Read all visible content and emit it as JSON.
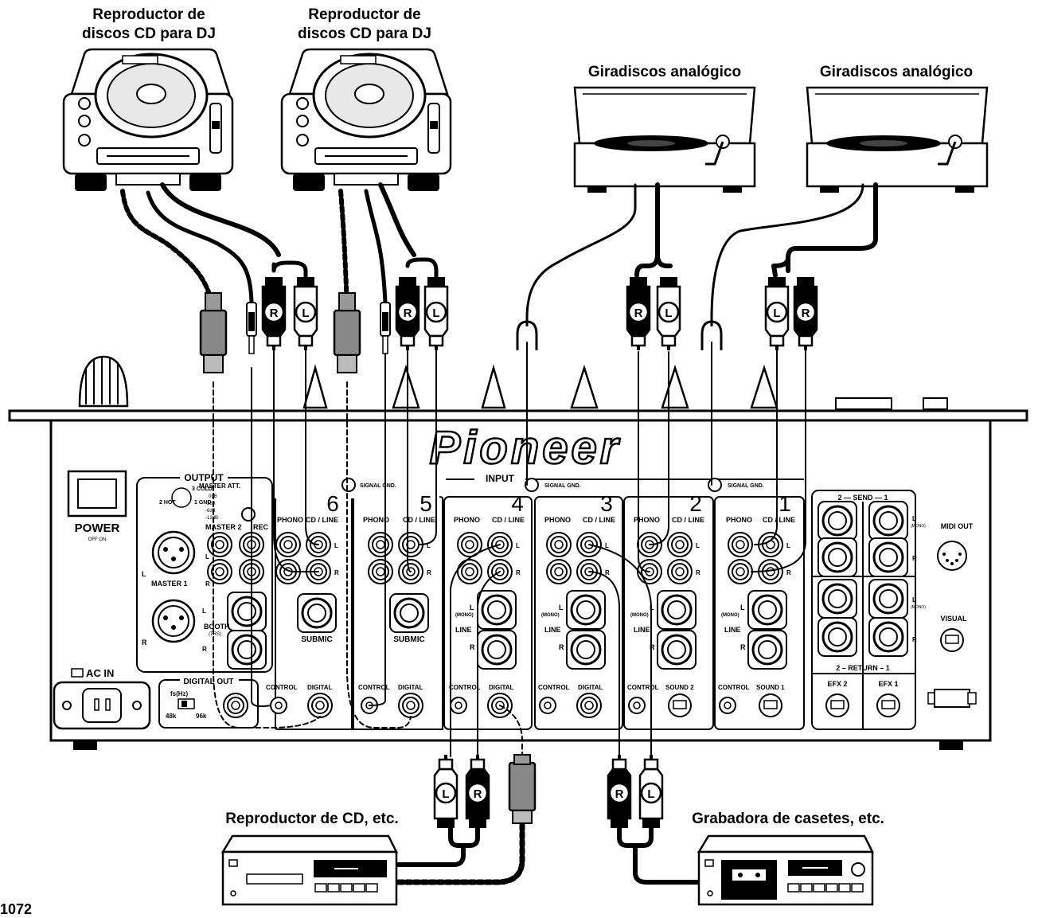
{
  "devices": {
    "cdj_left": {
      "line1": "Reproductor de",
      "line2": "discos CD para DJ"
    },
    "cdj_right": {
      "line1": "Reproductor de",
      "line2": "discos CD para DJ"
    },
    "turntable_left": "Giradiscos analógico",
    "turntable_right": "Giradiscos analógico",
    "cd_player": "Reproductor de CD, etc.",
    "cassette": "Grabadora de casetes, etc."
  },
  "mixer": {
    "brand": "Pioneer",
    "power_label": "POWER",
    "power_sub": "OFF   ON",
    "ac_in": "AC IN",
    "output_header": "OUTPUT",
    "input_header": "INPUT",
    "master_att": "MASTER ATT.",
    "att_levels": [
      "0dB",
      "-3dB",
      "-6dB",
      "-12dB"
    ],
    "xlr_pins": {
      "cold": "3 COLD",
      "hot": "2 HOT",
      "gnd": "1 GND"
    },
    "master1": "MASTER 1",
    "master2": "MASTER 2",
    "rec": "REC",
    "booth": "BOOTH",
    "trs": "(TRS)",
    "digital_out": "DIGITAL OUT",
    "fs_label": "fs(Hz)",
    "fs_48": "48k",
    "fs_96": "96k",
    "signal_gnd": "SIGNAL GND.",
    "phono": "PHONO",
    "cd_line": "CD / LINE",
    "line": "LINE",
    "mono": "(MONO)",
    "submic": "SUBMIC",
    "control": "CONTROL",
    "digital": "DIGITAL",
    "sound1": "SOUND 1",
    "sound2": "SOUND 2",
    "channels": [
      "6",
      "5",
      "4",
      "3",
      "2",
      "1"
    ],
    "send": "2 — SEND — 1",
    "return": "2 – RETURN – 1",
    "efx2": "EFX 2",
    "efx1": "EFX 1",
    "midi_out": "MIDI OUT",
    "visual": "VISUAL",
    "ch_l": "L",
    "ch_r": "R"
  },
  "plugs": {
    "left": "L",
    "right": "R"
  },
  "page_number": "1072"
}
